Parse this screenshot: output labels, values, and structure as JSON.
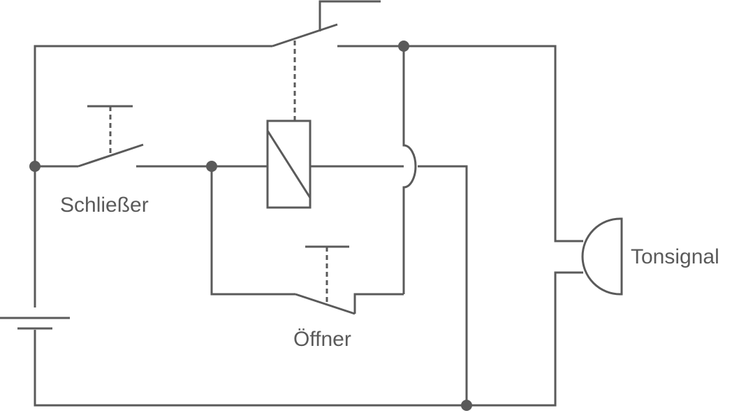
{
  "labels": {
    "schliesser": "Schließer",
    "oeffner": "Öffner",
    "tonsignal": "Tonsignal"
  },
  "colors": {
    "line": "#5a5a5a",
    "background": "#ffffff"
  }
}
